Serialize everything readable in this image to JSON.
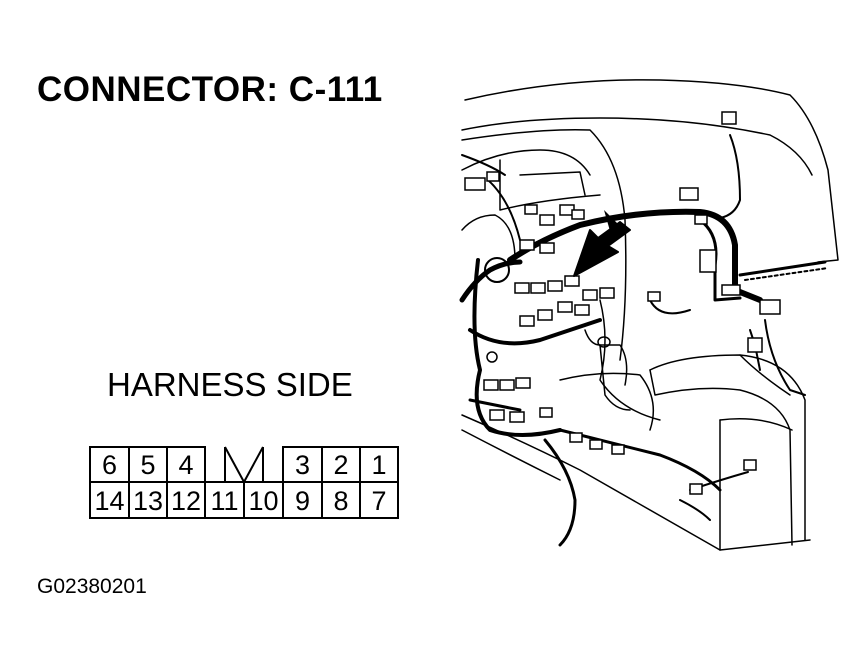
{
  "title": "CONNECTOR: C-111",
  "side_label": "HARNESS SIDE",
  "figure_id": "G02380201",
  "connector": {
    "top_row": [
      "6",
      "5",
      "4",
      "",
      "",
      "3",
      "2",
      "1"
    ],
    "bottom_row": [
      "14",
      "13",
      "12",
      "11",
      "10",
      "9",
      "8",
      "7"
    ]
  }
}
